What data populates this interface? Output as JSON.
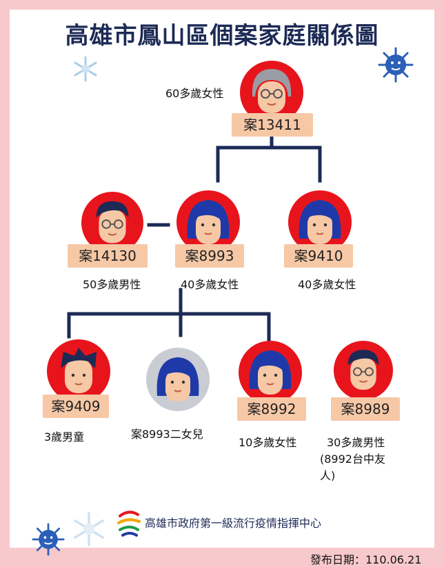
{
  "title": "高雄市鳳山區個案家庭關係圖",
  "people": {
    "grandma": {
      "case": "案13411",
      "desc": "60多歲女性"
    },
    "husband": {
      "case": "案14130",
      "desc": "50多歲男性"
    },
    "mother": {
      "case": "案8993",
      "desc": "40多歲女性"
    },
    "aunt": {
      "case": "案9410",
      "desc": "40多歲女性"
    },
    "son": {
      "case": "案9409",
      "desc": "3歲男童"
    },
    "daughter2": {
      "desc": "案8993二女兒"
    },
    "daughter": {
      "case": "案8992",
      "desc": "10多歲女性"
    },
    "friend": {
      "case": "案8989",
      "desc_line1": "30多歲男性",
      "desc_line2": "(8992台中友",
      "desc_line3": "人)"
    }
  },
  "footer": {
    "org": "高雄市政府第一級流行疫情指揮中心"
  },
  "release": "發布日期：110.06.21",
  "colors": {
    "line": "#1c2a55",
    "circle": "#e8141c",
    "gray_circle": "#c9ccd3",
    "label": "#f6c8a6",
    "hair": "#1f3aa8"
  }
}
